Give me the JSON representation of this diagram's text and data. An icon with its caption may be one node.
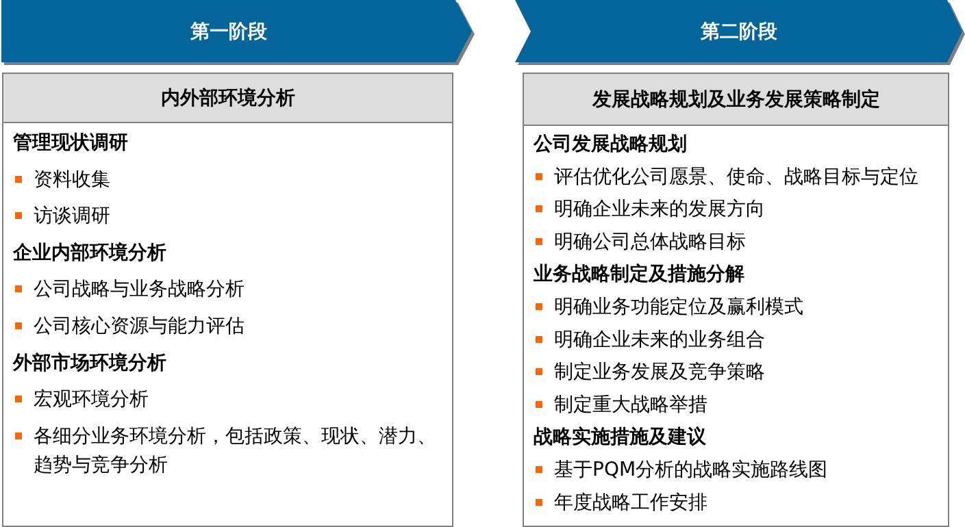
{
  "diagram": {
    "nodes": [
      {
        "text": [
          "第一阶段"
        ]
      },
      {
        "text": [
          "第二阶段"
        ]
      },
      {
        "text": [
          "内外部环境分析",
          "管理现状调研",
          "资料收集",
          "访谈调研",
          "企业内部环境分析",
          "公司战略与业务战略分析",
          "公司核心资源与能力评估",
          "外部市场环境分析",
          "宏观环境分析",
          "各细分业务环境分析，包括政策、现状、潜力、趋势与竞争分析"
        ]
      },
      {
        "text": [
          "发展战略规划及业务发展策略制定",
          "公司发展战略规划",
          "评估优化公司愿景、使命、战略目标与定位",
          "明确企业未来的发展方向",
          "明确公司总体战略目标",
          "业务战略制定及措施分解",
          "明确业务功能定位及赢利模式",
          "明确企业未来的业务组合",
          "制定业务发展及竞争策略",
          "制定重大战略举措",
          "战略实施措施及建议",
          "基于PQM分析的战略实施路线图",
          "年度战略工作安排"
        ]
      }
    ]
  }
}
